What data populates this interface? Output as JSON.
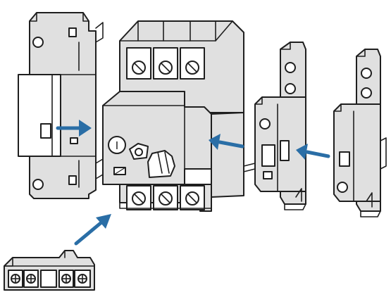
{
  "colors": {
    "arrow": "#2a6ea6",
    "body_fill": "#e0e0e0",
    "outline": "#1f1f1f",
    "background": "#ffffff"
  },
  "symbols": {
    "off_label": "I"
  },
  "components": [
    {
      "name": "side-mount-auxiliary-contact",
      "icon": "side-module-icon"
    },
    {
      "name": "motor-protective-circuit-breaker",
      "icon": "breaker-icon"
    },
    {
      "name": "trip-indicating-auxiliary-contact",
      "icon": "aux-contact-icon"
    },
    {
      "name": "standard-auxiliary-contact",
      "icon": "aux-contact-icon"
    },
    {
      "name": "front-mount-auxiliary-contact",
      "icon": "front-block-icon"
    }
  ]
}
